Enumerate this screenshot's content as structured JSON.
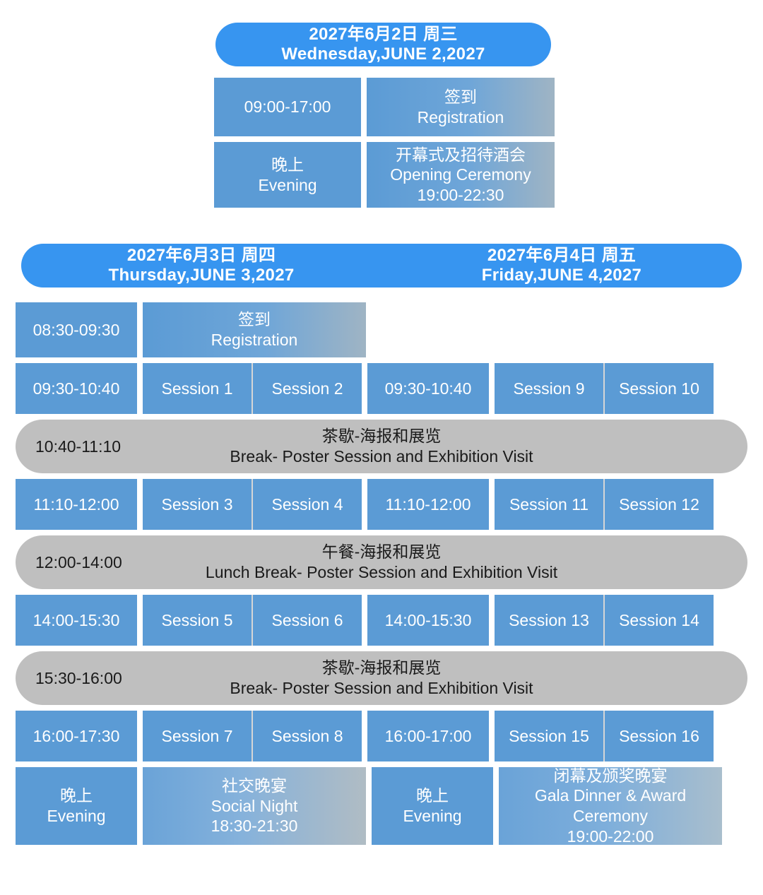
{
  "day1": {
    "banner": {
      "cn": "2027年6月2日 周三",
      "en": "Wednesday,JUNE 2,2027"
    },
    "rows": [
      {
        "time": "09:00-17:00",
        "cn": "签到",
        "en": "Registration",
        "extra": ""
      },
      {
        "time_cn": "晚上",
        "time_en": "Evening",
        "cn": "开幕式及招待酒会",
        "en": "Opening Ceremony",
        "extra": "19:00-22:30"
      }
    ]
  },
  "days_banner": {
    "left": {
      "cn": "2027年6月3日 周四",
      "en": "Thursday,JUNE 3,2027"
    },
    "right": {
      "cn": "2027年6月4日 周五",
      "en": "Friday,JUNE 4,2027"
    }
  },
  "registration_row": {
    "time": "08:30-09:30",
    "cn": "签到",
    "en": "Registration"
  },
  "session_rows": [
    {
      "left_time": "09:30-10:40",
      "left_sessions": [
        "Session 1",
        "Session 2"
      ],
      "right_time": "09:30-10:40",
      "right_sessions": [
        "Session 9",
        "Session 10"
      ]
    },
    {
      "left_time": "11:10-12:00",
      "left_sessions": [
        "Session 3",
        "Session 4"
      ],
      "right_time": "11:10-12:00",
      "right_sessions": [
        "Session 11",
        "Session 12"
      ]
    },
    {
      "left_time": "14:00-15:30",
      "left_sessions": [
        "Session 5",
        "Session 6"
      ],
      "right_time": "14:00-15:30",
      "right_sessions": [
        "Session 13",
        "Session 14"
      ]
    },
    {
      "left_time": "16:00-17:30",
      "left_sessions": [
        "Session 7",
        "Session 8"
      ],
      "right_time": "16:00-17:00",
      "right_sessions": [
        "Session 15",
        "Session 16"
      ]
    }
  ],
  "breaks": [
    {
      "time": "10:40-11:10",
      "cn": "茶歇-海报和展览",
      "en": "Break- Poster Session and Exhibition Visit"
    },
    {
      "time": "12:00-14:00",
      "cn": "午餐-海报和展览",
      "en": "Lunch Break- Poster Session and Exhibition Visit"
    },
    {
      "time": "15:30-16:00",
      "cn": "茶歇-海报和展览",
      "en": "Break- Poster Session and Exhibition Visit"
    }
  ],
  "evening_row": {
    "left": {
      "time_cn": "晚上",
      "time_en": "Evening",
      "cn": "社交晚宴",
      "en": "Social Night",
      "extra": "18:30-21:30"
    },
    "right": {
      "time_cn": "晚上",
      "time_en": "Evening",
      "cn": "闭幕及颁奖晚宴",
      "en": "Gala Dinner & Award Ceremony",
      "extra": "19:00-22:00"
    }
  },
  "colors": {
    "banner_blue": "#3795F0",
    "cell_blue": "#5B9BD5",
    "break_gray": "#BFBFBF",
    "divider": "#D6D6D6",
    "text_light": "#FFFFFF",
    "text_dark": "#1A1A1A"
  }
}
